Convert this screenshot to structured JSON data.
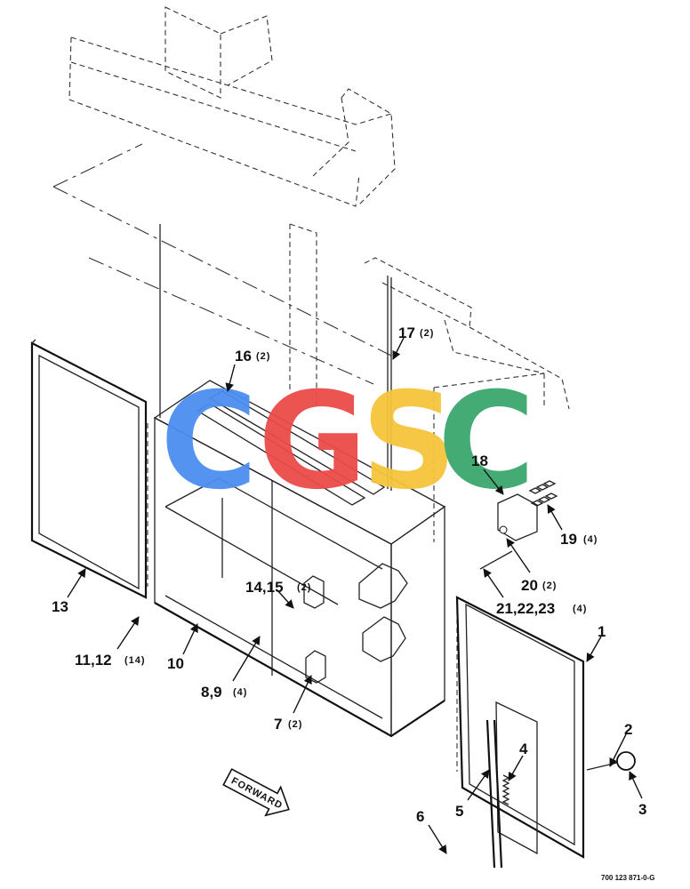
{
  "watermark": {
    "letters": [
      "C",
      "G",
      "S",
      "C"
    ],
    "colors": [
      "#4b8ef0",
      "#ea4b48",
      "#f5c53a",
      "#3aa76d"
    ]
  },
  "callouts": [
    {
      "id": "c1",
      "label": "1",
      "qty": ""
    },
    {
      "id": "c2",
      "label": "2",
      "qty": ""
    },
    {
      "id": "c3",
      "label": "3",
      "qty": ""
    },
    {
      "id": "c4",
      "label": "4",
      "qty": ""
    },
    {
      "id": "c5",
      "label": "5",
      "qty": ""
    },
    {
      "id": "c6",
      "label": "6",
      "qty": ""
    },
    {
      "id": "c7",
      "label": "7",
      "qty": "(2)"
    },
    {
      "id": "c8",
      "label": "8,9",
      "qty": "(4)"
    },
    {
      "id": "c10",
      "label": "10",
      "qty": ""
    },
    {
      "id": "c11",
      "label": "11,12",
      "qty": "(14)"
    },
    {
      "id": "c13",
      "label": "13",
      "qty": ""
    },
    {
      "id": "c14",
      "label": "14,15",
      "qty": "(2)"
    },
    {
      "id": "c16",
      "label": "16",
      "qty": "(2)"
    },
    {
      "id": "c17",
      "label": "17",
      "qty": "(2)"
    },
    {
      "id": "c18",
      "label": "18",
      "qty": ""
    },
    {
      "id": "c19",
      "label": "19",
      "qty": "(4)"
    },
    {
      "id": "c20",
      "label": "20",
      "qty": "(2)"
    },
    {
      "id": "c21",
      "label": "21,22,23",
      "qty": "(4)"
    }
  ],
  "forward_label": "FORWARD",
  "drawing_number": "700 123 871-0-G"
}
